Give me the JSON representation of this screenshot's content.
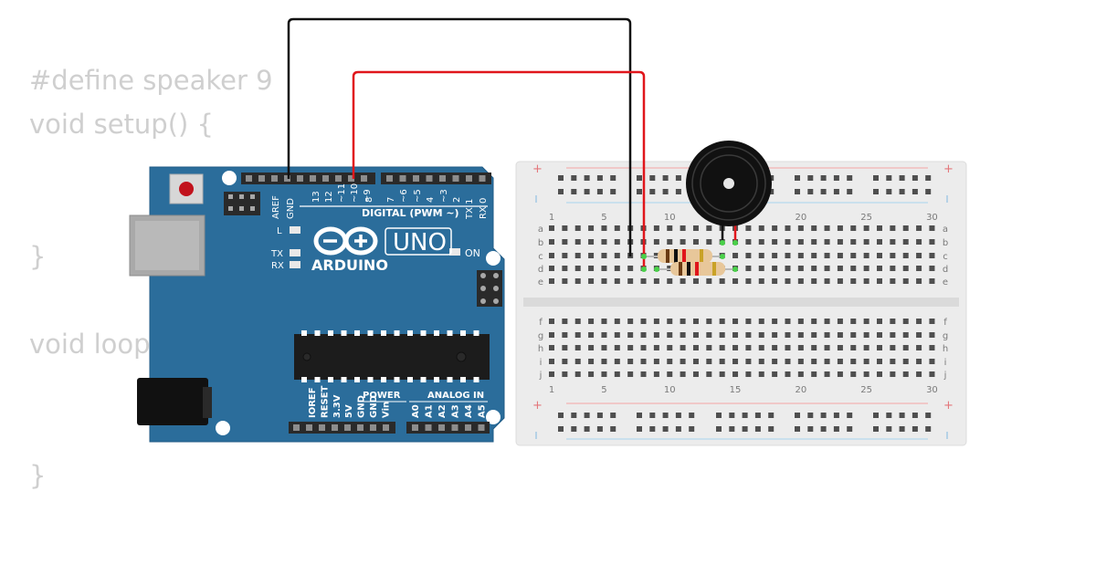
{
  "code": {
    "lines": [
      {
        "text": "#define speaker 9"
      },
      {
        "text": "void setup() {"
      },
      {
        "text": "}"
      },
      {
        "text": "void loop"
      },
      {
        "text": "}"
      }
    ]
  },
  "arduino": {
    "model": "UNO",
    "brand": "ARDUINO",
    "digital_label": "DIGITAL (PWM ~)",
    "power_label": "POWER",
    "analog_label": "ANALOG IN",
    "led_l": "L",
    "led_tx": "TX",
    "led_rx": "RX",
    "led_on": "ON",
    "top_pins": [
      "AREF",
      "GND",
      "13",
      "12",
      "~11",
      "~10",
      "~9",
      "8"
    ],
    "top_pins2": [
      "7",
      "~6",
      "~5",
      "4",
      "~3",
      "2",
      "TX 1",
      "RX 0"
    ],
    "power_pins": [
      "IOREF",
      "RESET",
      "3.3V",
      "5V",
      "GND",
      "GND",
      "Vin"
    ],
    "analog_pins": [
      "A0",
      "A1",
      "A2",
      "A3",
      "A4",
      "A5"
    ],
    "colors": {
      "board": "#2b6d9b",
      "board_edge": "#1f5a85"
    }
  },
  "breadboard": {
    "col_numbers": [
      "1",
      "5",
      "10",
      "15",
      "20",
      "25",
      "30"
    ],
    "rows_top": [
      "a",
      "b",
      "c",
      "d",
      "e"
    ],
    "rows_bottom": [
      "f",
      "g",
      "h",
      "i",
      "j"
    ],
    "plus": "+",
    "minus": "−"
  },
  "wires": [
    {
      "name": "gnd-wire",
      "color": "#111111"
    },
    {
      "name": "pin9-wire",
      "color": "#e0161b"
    }
  ]
}
